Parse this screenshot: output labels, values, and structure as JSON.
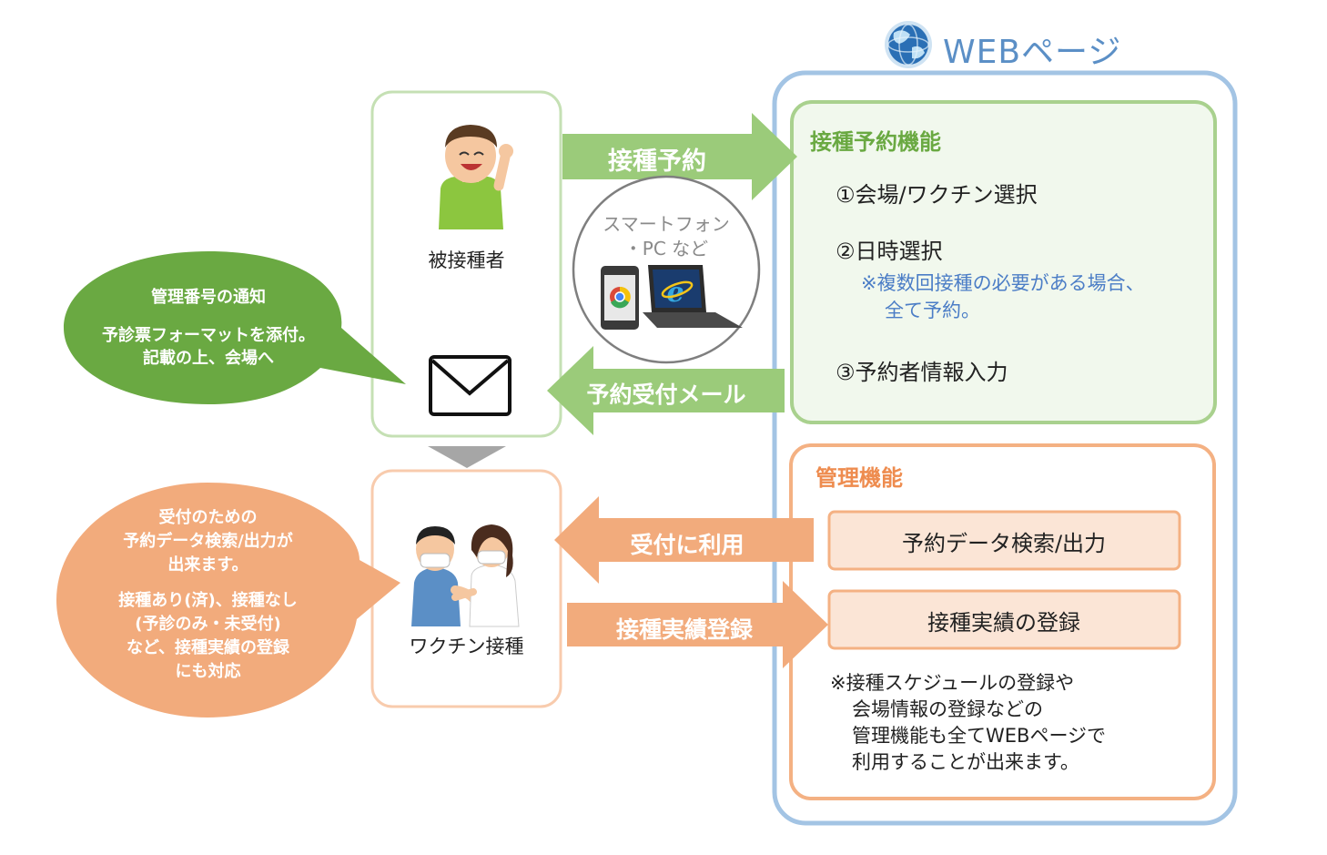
{
  "web_page": {
    "title": "WEBページ",
    "icon": "globe-icon"
  },
  "reservation_function": {
    "title": "接種予約機能",
    "step1": "①会場/ワクチン選択",
    "step2": "②日時選択",
    "note_line1": "※複数回接種の必要がある場合、",
    "note_line2": "全て予約。",
    "step3": "③予約者情報入力"
  },
  "management_function": {
    "title": "管理機能",
    "search_box": "予約データ検索/出力",
    "record_box": "接種実績の登録",
    "note_line1": "※接種スケジュールの登録や",
    "note_line2": "会場情報の登録などの",
    "note_line3": "管理機能も全てWEBページで",
    "note_line4": "利用することが出来ます。"
  },
  "arrows": {
    "reserve": "接種予約",
    "reception_mail": "予約受付メール",
    "use_for_reception": "受付に利用",
    "record_registration": "接種実績登録"
  },
  "devices": {
    "line1": "スマートフォン",
    "line2": "・PC など"
  },
  "vaccinee": {
    "label": "被接種者"
  },
  "vaccination": {
    "label": "ワクチン接種"
  },
  "green_bubble": {
    "line1": "管理番号の通知",
    "line2": "予診票フォーマットを添付。",
    "line3": "記載の上、会場へ"
  },
  "orange_bubble": {
    "line1": "受付のための",
    "line2": "予約データ検索/出力が",
    "line3": "出来ます。",
    "line4": "接種あり(済)、接種なし",
    "line5": "(予診のみ・未受付)",
    "line6": "など、接種実績の登録",
    "line7": "にも対応"
  },
  "colors": {
    "green": "#9bcb7a",
    "green_border": "#a9d18e",
    "orange": "#f2ab7c",
    "orange_border": "#f4b183",
    "blue_border": "#a3c4e4",
    "sub_box_fill": "#fbe5d6"
  }
}
